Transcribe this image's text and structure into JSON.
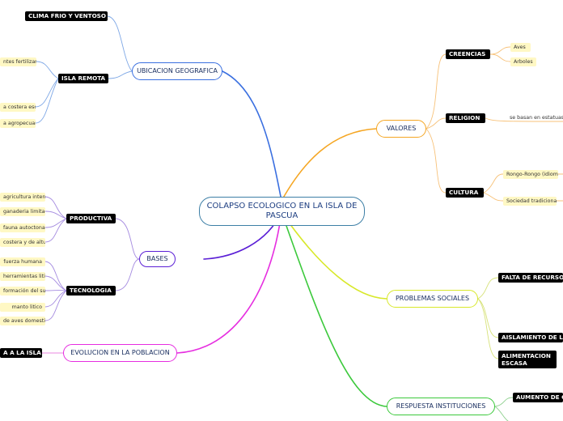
{
  "center": "COLAPSO ECOLOGICO EN LA ISLA DE PASCUA",
  "branches": {
    "ubicacion": {
      "label": "UBICACION GEOGRAFICA",
      "clima": "CLIMA FRIO Y VENTOSO",
      "isla_remota": "ISLA REMOTA",
      "leaves": [
        "ntes fertilizantes",
        "a costera escasa",
        "a agropecuaria"
      ]
    },
    "valores": {
      "label": "VALORES",
      "creencias": "CREENCIAS",
      "creencias_leaves": [
        "Aves",
        "Arboles"
      ],
      "religion": "RELIGION",
      "religion_text": "se basan en estatuas",
      "cultura": "CULTURA",
      "cultura_leaves": [
        "Rongo-Rongo (idioma)",
        "Sociedad tradicional"
      ]
    },
    "bases": {
      "label": "BASES",
      "productiva": "PRODUCTIVA",
      "productiva_leaves": [
        "agricultura intensiva",
        "ganaderia limitada",
        "fauna autoctona",
        "costera y de altura"
      ],
      "tecnologia": "TECNOLOGIA",
      "tecnologia_leaves": [
        "fuerza humana",
        "herramientas liticas",
        "formación del suelo",
        "manto litico",
        "de aves domesticas"
      ]
    },
    "evolucion": {
      "label": "EVOLUCION EN LA POBLACION",
      "leaf": "A A LA ISLA"
    },
    "problemas": {
      "label": "PROBLEMAS SOCIALES",
      "children": [
        "FALTA DE RECURSO",
        "AISLAMIENTO DE L",
        "ALIMENTACION ESCASA"
      ]
    },
    "respuesta": {
      "label": "RESPUESTA INSTITUCIONES",
      "children": [
        "AUMENTO DE C"
      ]
    }
  },
  "colors": {
    "ubicacion": "#3a6fe0",
    "valores": "#f5a623",
    "bases": "#5b1fd6",
    "evolucion": "#e62ee0",
    "problemas": "#d8e82a",
    "respuesta": "#3cc93c",
    "ubicacion_children": "#7fa8e6",
    "valores_children": "#f7c27a",
    "bases_children": "#a58be0",
    "evolucion_children": "#e88ae0",
    "problemas_children": "#d7e27a",
    "respuesta_children": "#8ed08e"
  }
}
